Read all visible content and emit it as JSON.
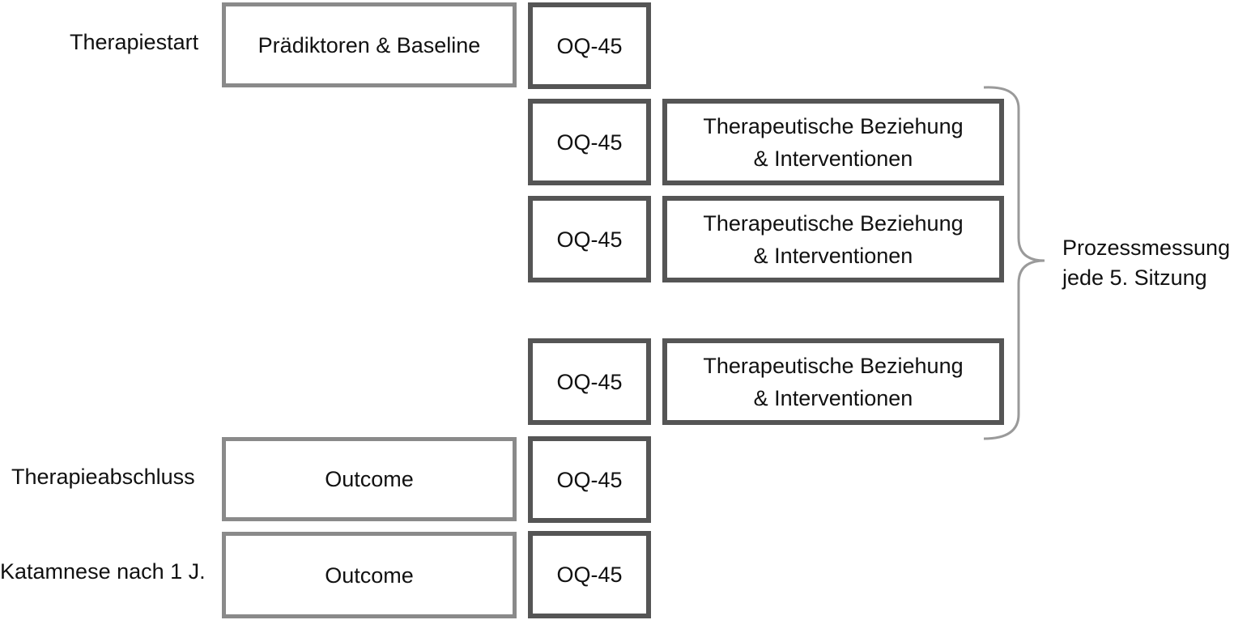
{
  "stages": {
    "start": "Therapiestart",
    "end": "Therapieabschluss",
    "followup": "Katamnese nach 1 J."
  },
  "boxes": {
    "predictors": "Prädiktoren & Baseline",
    "outcome_end": "Outcome",
    "outcome_followup": "Outcome",
    "oq_1": "OQ-45",
    "oq_2": "OQ-45",
    "oq_3": "OQ-45",
    "oq_4": "OQ-45",
    "oq_5": "OQ-45",
    "oq_6": "OQ-45",
    "process_1": {
      "line1": "Therapeutische Beziehung",
      "line2": "& Interventionen"
    },
    "process_2": {
      "line1": "Therapeutische Beziehung",
      "line2": "& Interventionen"
    },
    "process_3": {
      "line1": "Therapeutische Beziehung",
      "line2": "& Interventionen"
    }
  },
  "brace_label": {
    "line1": "Prozessmessung",
    "line2": "jede 5. Sitzung"
  }
}
